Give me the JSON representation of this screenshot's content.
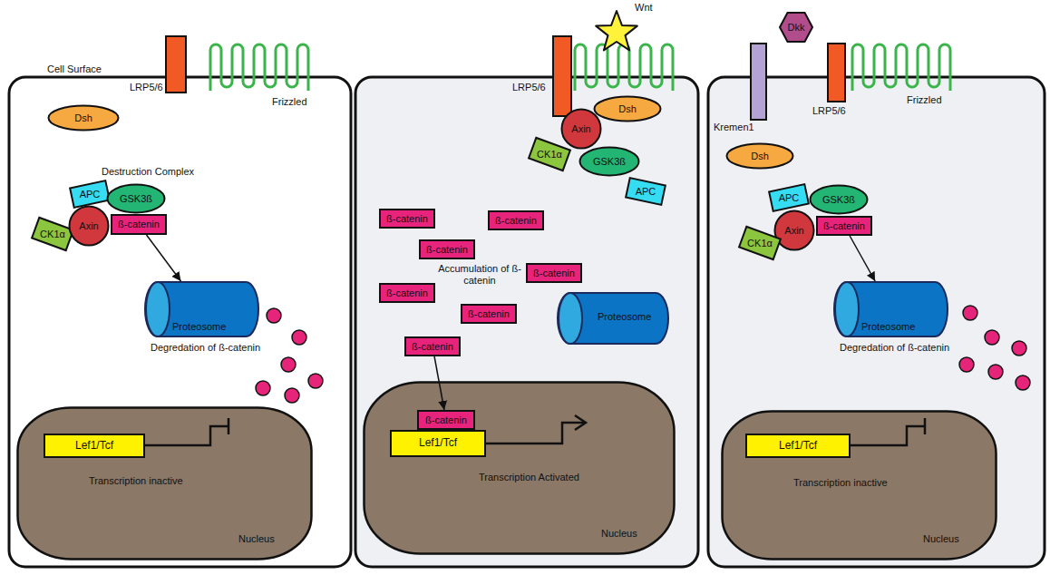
{
  "diagram": {
    "nodes": [
      {
        "text": [
          "Dsh"
        ]
      },
      {
        "text": [
          "APC"
        ]
      },
      {
        "text": [
          "GSK3ß"
        ]
      },
      {
        "text": [
          "CK1α"
        ]
      },
      {
        "text": [
          "Axin"
        ]
      },
      {
        "text": [
          "ß-catenin"
        ]
      },
      {
        "text": [
          "Proteosome"
        ]
      },
      {
        "text": [
          "Transcription inactive",
          "Nucleus"
        ]
      },
      {
        "text": [
          "Lef1/Tcf"
        ],
        "in": 7
      },
      {
        "text": [
          "Dsh"
        ]
      },
      {
        "text": [
          "Axin"
        ]
      },
      {
        "text": [
          "CK1α"
        ]
      },
      {
        "text": [
          "GSK3ß"
        ]
      },
      {
        "text": [
          "APC"
        ]
      },
      {
        "text": [
          "ß-catenin"
        ]
      },
      {
        "text": [
          "ß-catenin"
        ]
      },
      {
        "text": [
          "ß-catenin"
        ]
      },
      {
        "text": [
          "ß-catenin"
        ]
      },
      {
        "text": [
          "ß-catenin"
        ]
      },
      {
        "text": [
          "ß-catenin"
        ]
      },
      {
        "text": [
          "ß-catenin"
        ]
      },
      {
        "text": [
          "Proteosome"
        ]
      },
      {
        "text": [
          "Transcription Activated",
          "Nucleus"
        ]
      },
      {
        "text": [
          "ß-catenin"
        ],
        "in": 22
      },
      {
        "text": [
          "Lef1/Tcf"
        ],
        "in": 22
      },
      {
        "text": [
          "Dkk"
        ]
      },
      {
        "text": [
          "Dsh"
        ]
      },
      {
        "text": [
          "APC"
        ]
      },
      {
        "text": [
          "GSK3ß"
        ]
      },
      {
        "text": [
          "Axin"
        ]
      },
      {
        "text": [
          "CK1α"
        ]
      },
      {
        "text": [
          "ß-catenin"
        ]
      },
      {
        "text": [
          "Proteosome"
        ]
      },
      {
        "text": [
          "Transcription inactive",
          "Nucleus"
        ]
      },
      {
        "text": [
          "Lef1/Tcf"
        ],
        "in": 33
      }
    ],
    "edges": [
      {
        "from": 5,
        "to": 6,
        "arrow": "to"
      },
      {
        "from": 20,
        "to": 23,
        "arrow": "to"
      },
      {
        "from": 31,
        "to": 32,
        "arrow": "to"
      }
    ],
    "labels": [
      "Cell Surface",
      "LRP5/6",
      "Frizzled",
      "Destruction Complex",
      "Degredation of ß-catenin",
      "Wnt",
      "LRP5/6",
      "Accumulation of ß-catenin",
      "Kremen1",
      "LRP5/6",
      "Frizzled",
      "Degredation of ß-catenin"
    ]
  }
}
